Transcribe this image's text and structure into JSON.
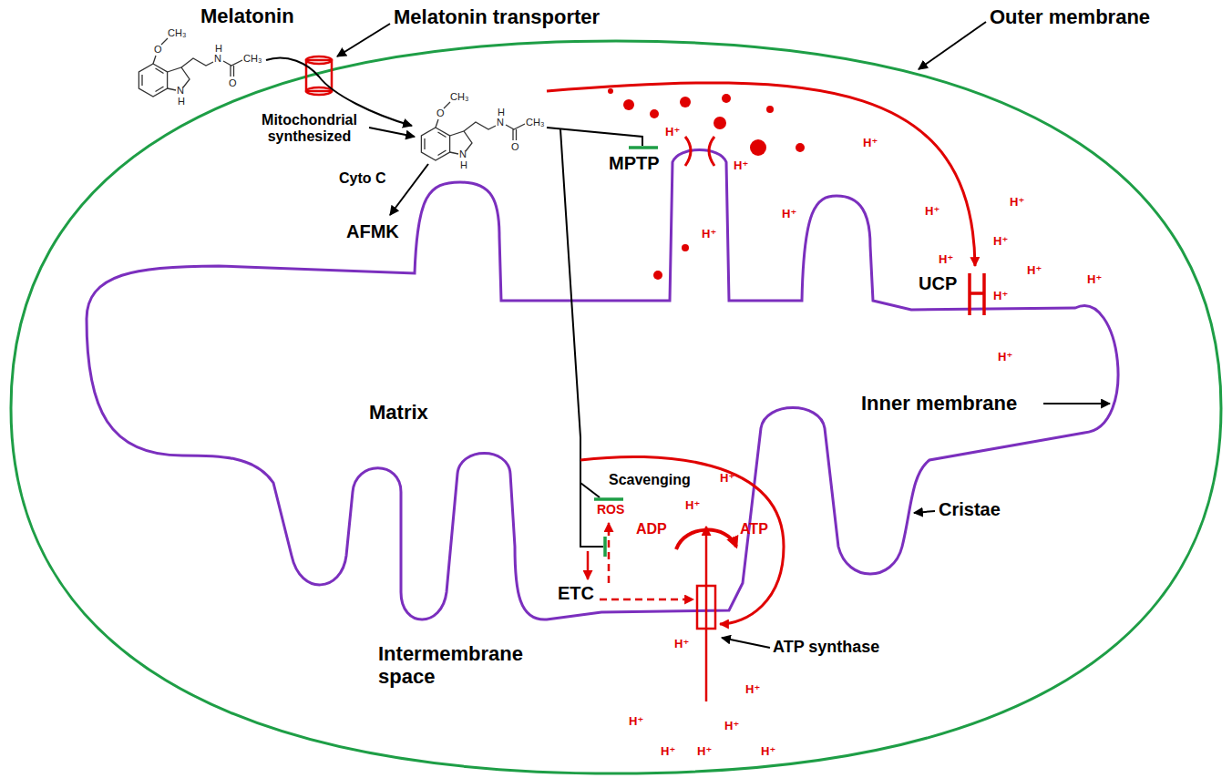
{
  "diagram": {
    "labels": [
      "Melatonin",
      "Melatonin transporter",
      "Outer membrane",
      "Mitochondrial synthesized",
      "Cyto C",
      "AFMK",
      "MPTP",
      "UCP",
      "Inner membrane",
      "Matrix",
      "Scavenging",
      "ROS",
      "ADP",
      "ATP",
      "Cristae",
      "ETC",
      "ATP synthase",
      "Intermembrane space",
      "H⁺",
      "H⁺",
      "H⁺",
      "H⁺",
      "H⁺",
      "H⁺",
      "H⁺",
      "H⁺",
      "H⁺",
      "H⁺",
      "H⁺",
      "H⁺",
      "H⁺",
      "H⁺",
      "H⁺",
      "H⁺",
      "H⁺",
      "H⁺",
      "H⁺",
      "H⁺",
      "H⁺",
      "H⁺",
      "CH₃",
      "O",
      "N",
      "H",
      "N",
      "H",
      "O",
      "CH₃",
      "CH₃",
      "O",
      "N",
      "H",
      "N",
      "H",
      "O",
      "CH₃"
    ]
  }
}
